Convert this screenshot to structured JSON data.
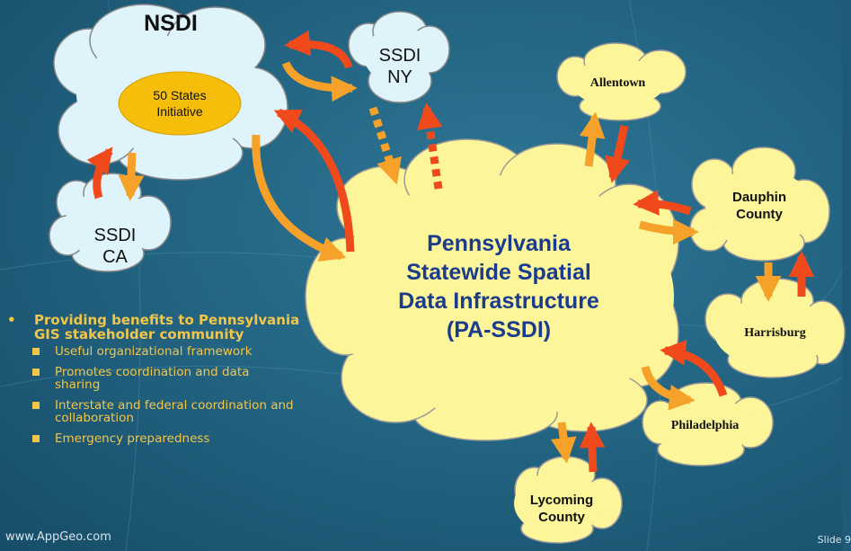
{
  "nodes": {
    "nsdi": {
      "title": "NSDI",
      "initiative_line1": "50 States",
      "initiative_line2": "Initiative"
    },
    "ssdi_ny": {
      "line1": "SSDI",
      "line2": "NY"
    },
    "ssdi_ca": {
      "line1": "SSDI",
      "line2": "CA"
    },
    "pa_ssdi": {
      "line1": "Pennsylvania",
      "line2": "Statewide Spatial",
      "line3": "Data Infrastructure",
      "line4": "(PA-SSDI)"
    },
    "allentown": {
      "label": "Allentown"
    },
    "dauphin": {
      "line1": "Dauphin",
      "line2": "County"
    },
    "harrisburg": {
      "label": "Harrisburg"
    },
    "philadelphia": {
      "label": "Philadelphia"
    },
    "lycoming": {
      "line1": "Lycoming",
      "line2": "County"
    }
  },
  "bullets": {
    "main": "Providing benefits to Pennsylvania GIS stakeholder community",
    "items": [
      "Useful organizational framework",
      "Promotes coordination and data sharing",
      "Interstate and federal coordination and collaboration",
      "Emergency preparedness"
    ]
  },
  "footer": {
    "url": "www.AppGeo.com",
    "slide": "Slide 9"
  },
  "colors": {
    "red_arrow": "#f04a1c",
    "orange_arrow": "#f5a12a",
    "blue_cloud": "#dff3fb",
    "yellow_cloud": "#fdf59a",
    "bullet_text": "#f2c64a",
    "pa_title": "#1b3b8c"
  }
}
